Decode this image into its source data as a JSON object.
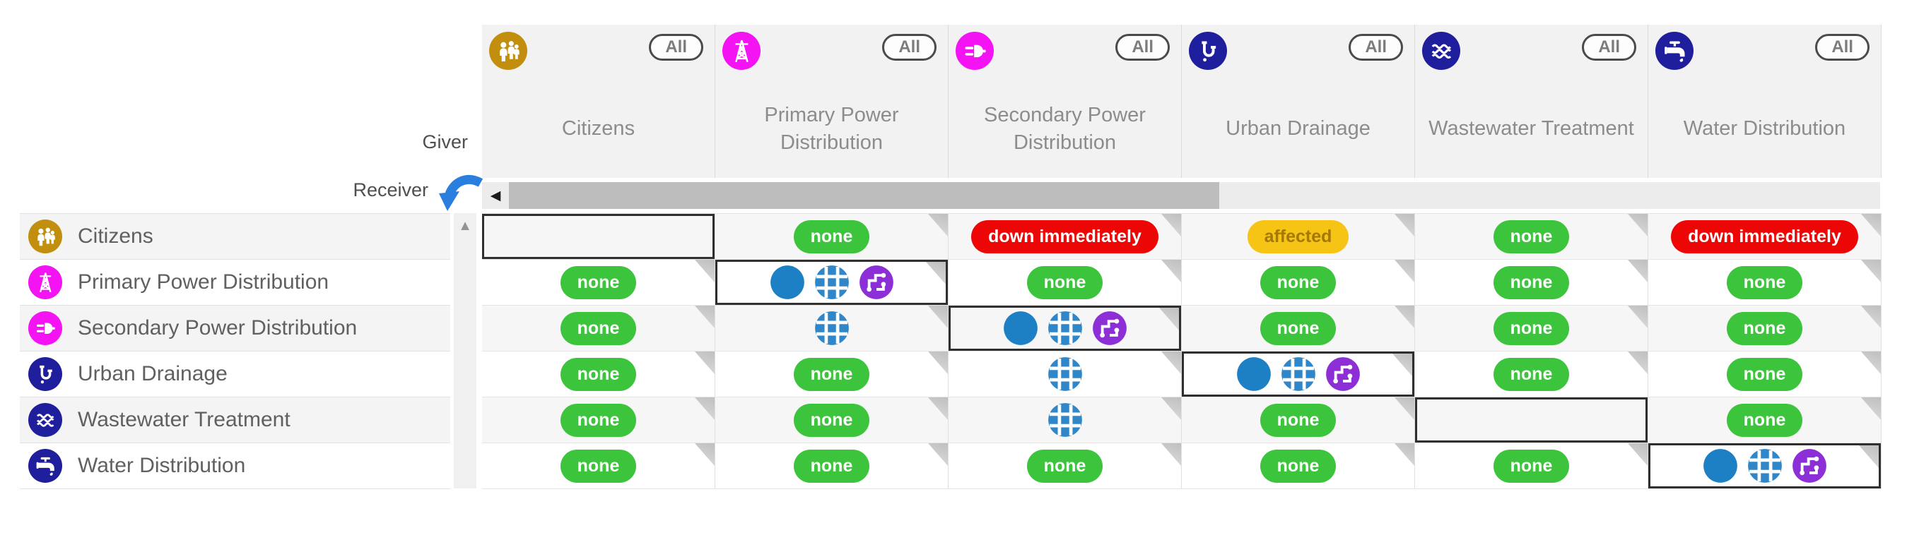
{
  "corner": {
    "giver_label": "Giver",
    "receiver_label": "Receiver"
  },
  "controls": {
    "column_filter_label": "All",
    "scroll_left_icon": "◀",
    "scroll_up_icon": "▲"
  },
  "palette": {
    "impact_circle": "#1d80c4",
    "globe": "#2f86c8",
    "network": "#8c2fd6",
    "selected_border": "#2f2f2f",
    "arrow_blue": "#2a7ede"
  },
  "badge_styles": {
    "none": {
      "label": "none",
      "bg": "#3dc43d",
      "fg": "#ffffff"
    },
    "down_immediately": {
      "label": "down immediately",
      "bg": "#ec0606",
      "fg": "#ffffff"
    },
    "affected": {
      "label": "affected",
      "bg": "#f6c414",
      "fg": "#a27806"
    }
  },
  "systems": [
    {
      "id": "citizens",
      "label": "Citizens",
      "color": "#c28e0d",
      "icon": "people-icon"
    },
    {
      "id": "primary-power-distribution",
      "label": "Primary Power Distribution",
      "color": "#f313f3",
      "icon": "power-tower-icon"
    },
    {
      "id": "secondary-power-distribution",
      "label": "Secondary Power Distribution",
      "color": "#f313f3",
      "icon": "power-plug-icon"
    },
    {
      "id": "urban-drainage",
      "label": "Urban Drainage",
      "color": "#1f1e9c",
      "icon": "drain-pipe-icon"
    },
    {
      "id": "wastewater-treatment",
      "label": "Wastewater Treatment",
      "color": "#1f1e9c",
      "icon": "wastewater-icon"
    },
    {
      "id": "water-distribution",
      "label": "Water Distribution",
      "color": "#1f1e9c",
      "icon": "water-tap-icon"
    }
  ],
  "matrix_rows": [
    {
      "receiver": "citizens",
      "cells": [
        {
          "type": "empty",
          "selected": true
        },
        {
          "type": "badge",
          "badge": "none"
        },
        {
          "type": "badge",
          "badge": "down_immediately"
        },
        {
          "type": "badge",
          "badge": "affected"
        },
        {
          "type": "badge",
          "badge": "none"
        },
        {
          "type": "badge",
          "badge": "down_immediately"
        }
      ]
    },
    {
      "receiver": "primary-power-distribution",
      "cells": [
        {
          "type": "badge",
          "badge": "none"
        },
        {
          "type": "icon-set",
          "selected": true
        },
        {
          "type": "badge",
          "badge": "none"
        },
        {
          "type": "badge",
          "badge": "none"
        },
        {
          "type": "badge",
          "badge": "none"
        },
        {
          "type": "badge",
          "badge": "none"
        }
      ]
    },
    {
      "receiver": "secondary-power-distribution",
      "cells": [
        {
          "type": "badge",
          "badge": "none"
        },
        {
          "type": "globe"
        },
        {
          "type": "icon-set",
          "selected": true
        },
        {
          "type": "badge",
          "badge": "none"
        },
        {
          "type": "badge",
          "badge": "none"
        },
        {
          "type": "badge",
          "badge": "none"
        }
      ]
    },
    {
      "receiver": "urban-drainage",
      "cells": [
        {
          "type": "badge",
          "badge": "none"
        },
        {
          "type": "badge",
          "badge": "none"
        },
        {
          "type": "globe"
        },
        {
          "type": "icon-set",
          "selected": true
        },
        {
          "type": "badge",
          "badge": "none"
        },
        {
          "type": "badge",
          "badge": "none"
        }
      ]
    },
    {
      "receiver": "wastewater-treatment",
      "cells": [
        {
          "type": "badge",
          "badge": "none"
        },
        {
          "type": "badge",
          "badge": "none"
        },
        {
          "type": "globe"
        },
        {
          "type": "badge",
          "badge": "none"
        },
        {
          "type": "empty",
          "selected": true
        },
        {
          "type": "badge",
          "badge": "none"
        }
      ]
    },
    {
      "receiver": "water-distribution",
      "cells": [
        {
          "type": "badge",
          "badge": "none"
        },
        {
          "type": "badge",
          "badge": "none"
        },
        {
          "type": "badge",
          "badge": "none"
        },
        {
          "type": "badge",
          "badge": "none"
        },
        {
          "type": "badge",
          "badge": "none"
        },
        {
          "type": "icon-set",
          "selected": true
        }
      ]
    }
  ]
}
